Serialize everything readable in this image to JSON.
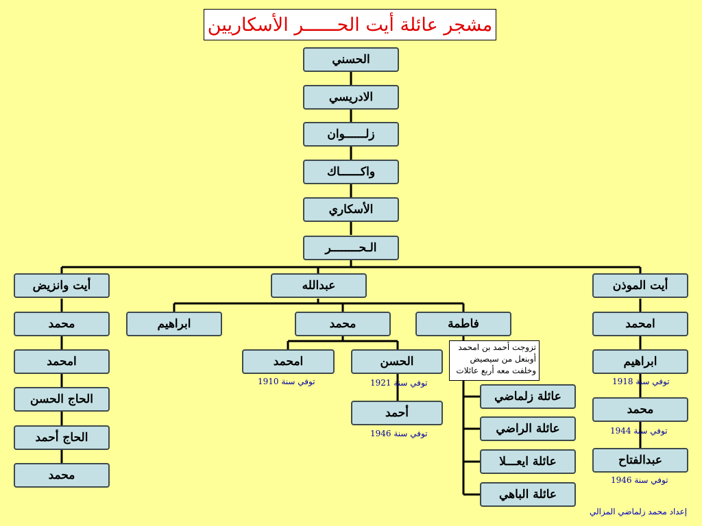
{
  "title": "مشجر عائلة أيت الحــــــر الأسكاريين",
  "nodes": {
    "hasani": "الحسني",
    "idrissi": "الادريسي",
    "zelwan": "زلــــــوان",
    "wakak": "واكــــــاك",
    "askari": "الأسكاري",
    "hor": "الـحــــــــر",
    "ait_wanziz": "أيت وانزيض",
    "abdallah": "عبدالله",
    "ait_mouden": "أيت الموذن",
    "wz_mohamed1": "محمد",
    "wz_amhamed": "امحمد",
    "wz_hajj_hassan": "الحاج الحسن",
    "wz_hajj_ahmed": "الحاج أحمد",
    "wz_mohamed2": "محمد",
    "ibrahim": "ابراهيم",
    "ab_mohamed": "محمد",
    "fatima": "فاطمة",
    "ab_amhamed": "امحمد",
    "hassan": "الحسن",
    "ahmed": "أحمد",
    "md_amhamed": "امحمد",
    "md_ibrahim": "ابراهيم",
    "md_mohamed": "محمد",
    "md_abdelfattah": "عبدالفتاح",
    "fam_zelmadi": "عائلة زلماضي",
    "fam_radi": "عائلة الراضي",
    "fam_ayaala": "عائلة ايعـــلا",
    "fam_bahi": "عائلة الباهي"
  },
  "death_notes": {
    "amhamed": "توفي سنة 1910",
    "hassan": "توفي سنة 1921",
    "ahmed": "توفي سنة 1946",
    "md_ibrahim": "توفي سنة 1918",
    "md_mohamed": "توفي سنة 1944",
    "md_abdelfattah": "توفي سنة 1946"
  },
  "fatima_note": [
    "تزوجت أحمد بن امحمد",
    "أوبنعل من سيصيض",
    "وخلفت معه أربع عائلات"
  ],
  "credit": "إعداد محمد زلماضي المزالي",
  "colors": {
    "background": "#ffff99",
    "node_fill": "#c4e0e4",
    "node_border": "#3e4a4c",
    "title_text": "#e00000",
    "note_text": "#0000a0"
  }
}
